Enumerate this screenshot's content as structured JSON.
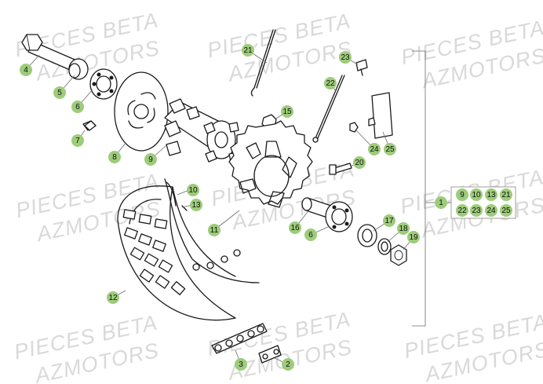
{
  "watermarks": [
    {
      "line1": "PIECES BETA",
      "line2": "AZMOTORS"
    },
    {
      "line1": "PIECES BETA",
      "line2": "AZMOTORS"
    },
    {
      "line1": "PIECES BETA",
      "line2": "AZMOTORS"
    },
    {
      "line1": "PIECES BETA",
      "line2": "AZMOTORS"
    },
    {
      "line1": "PIECES BETA",
      "line2": "AZMOTORS"
    },
    {
      "line1": "PIECES BETA",
      "line2": "AZMOTORS"
    },
    {
      "line1": "PIECES BETA",
      "line2": "AZMOTORS"
    },
    {
      "line1": "PIECES BETA",
      "line2": "AZMOTORS"
    },
    {
      "line1": "PIECES BETA",
      "line2": "AZMOTORS"
    }
  ],
  "callouts": [
    "4",
    "5",
    "6",
    "7",
    "8",
    "9",
    "10",
    "13",
    "11",
    "12",
    "21",
    "15",
    "22",
    "23",
    "24",
    "25",
    "20",
    "16",
    "6",
    "17",
    "18",
    "19",
    "3",
    "2",
    "1"
  ],
  "kit_group": {
    "label": "1",
    "items": [
      "9",
      "10",
      "13",
      "21",
      "22",
      "23",
      "24",
      "25"
    ]
  },
  "colors": {
    "callout_fill": "#9dcc7a",
    "line": "#1a1a1a",
    "watermark": "#d9d9d9"
  }
}
